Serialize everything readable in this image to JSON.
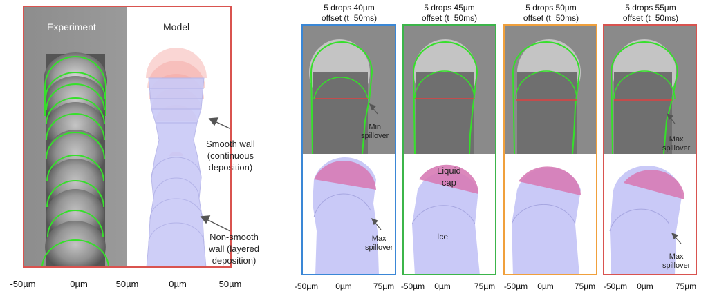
{
  "left_panel": {
    "experiment_label": "Experiment",
    "model_label": "Model",
    "smooth_wall_label": "Smooth wall\n(continuous\ndeposition)",
    "nonsmooth_wall_label": "Non-smooth\nwall (layered\ndeposition)",
    "x_ticks": [
      "-50µm",
      "0µm",
      "50µm",
      "0µm",
      "50µm"
    ],
    "border_color": "#d9534f"
  },
  "right_panels": [
    {
      "title": "5 drops 40µm\noffset (t=50ms)",
      "border_color": "#3a87d6",
      "ticks": [
        "-50µm",
        "0µm",
        "75µm"
      ],
      "top_annotation": "Min\nspillover",
      "bottom_annotation": "Max\nspillover"
    },
    {
      "title": "5 drops 45µm\noffset (t=50ms)",
      "border_color": "#3cb54a",
      "ticks": [
        "-50µm",
        "0µm",
        "75µm"
      ],
      "cap_label": "Liquid\ncap",
      "ice_label": "Ice"
    },
    {
      "title": "5 drops 50µm\noffset (t=50ms)",
      "border_color": "#f0a03c",
      "ticks": [
        "-50µm",
        "0µm",
        "75µm"
      ]
    },
    {
      "title": "5 drops 55µm\noffset (t=50ms)",
      "border_color": "#d9534f",
      "ticks": [
        "-50µm",
        "0µm",
        "75µm"
      ],
      "top_annotation": "Max\nspillover",
      "bottom_annotation": "Max\nspillover"
    }
  ],
  "colors": {
    "contour": "#35e02a",
    "ice_fill": "#c9c9f7",
    "cap_fill": "#d77bb5",
    "model_drop": "#f3a4a0",
    "photo_gray": "#8a8a8a"
  }
}
